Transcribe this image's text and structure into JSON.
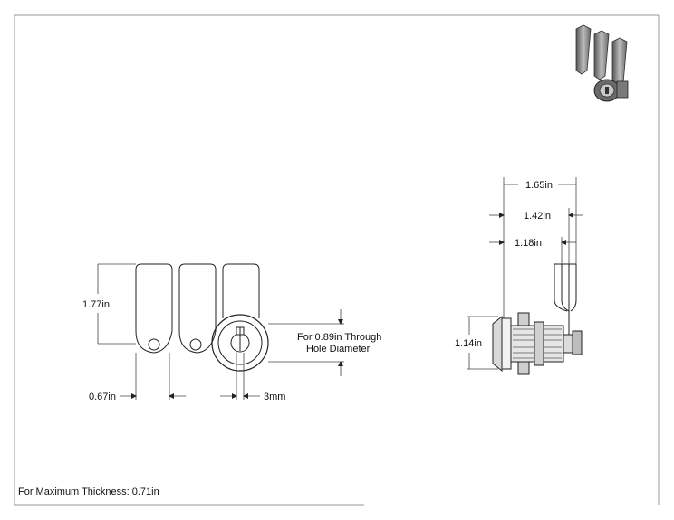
{
  "colors": {
    "line": "#222222",
    "thin": "#444444",
    "metal": "#8a8a8a",
    "dark": "#3a3a3a"
  },
  "dimensions": {
    "cam_length": "1.77in",
    "cam_width": "0.67in",
    "key_slot": "3mm",
    "hole_note_line1": "For 0.89in Through",
    "hole_note_line2": "Hole Diameter",
    "overall_length_1": "1.65in",
    "overall_length_2": "1.42in",
    "overall_length_3": "1.18in",
    "face_diameter": "1.14in"
  },
  "footer_note": "For Maximum Thickness: 0.71in",
  "icons": {
    "thumbnail": "cam-lock-3d-thumbnail-icon"
  }
}
